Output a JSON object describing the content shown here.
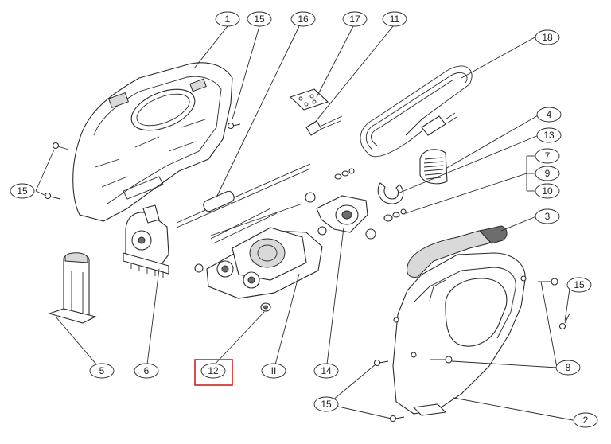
{
  "diagram": {
    "highlight_color": "#cc2222",
    "callouts": [
      {
        "id": "c1",
        "label": "1"
      },
      {
        "id": "c15a",
        "label": "15"
      },
      {
        "id": "c16",
        "label": "16"
      },
      {
        "id": "c17",
        "label": "17"
      },
      {
        "id": "c11",
        "label": "11"
      },
      {
        "id": "c18",
        "label": "18"
      },
      {
        "id": "c4",
        "label": "4"
      },
      {
        "id": "c13",
        "label": "13"
      },
      {
        "id": "c7",
        "label": "7"
      },
      {
        "id": "c9",
        "label": "9"
      },
      {
        "id": "c10",
        "label": "10"
      },
      {
        "id": "c3",
        "label": "3"
      },
      {
        "id": "c15b",
        "label": "15"
      },
      {
        "id": "c15c",
        "label": "15"
      },
      {
        "id": "c8",
        "label": "8"
      },
      {
        "id": "c2",
        "label": "2"
      },
      {
        "id": "c15d",
        "label": "15"
      },
      {
        "id": "c5",
        "label": "5"
      },
      {
        "id": "c6",
        "label": "6"
      },
      {
        "id": "c12",
        "label": "12"
      },
      {
        "id": "cII",
        "label": "II"
      },
      {
        "id": "c14",
        "label": "14"
      }
    ]
  }
}
